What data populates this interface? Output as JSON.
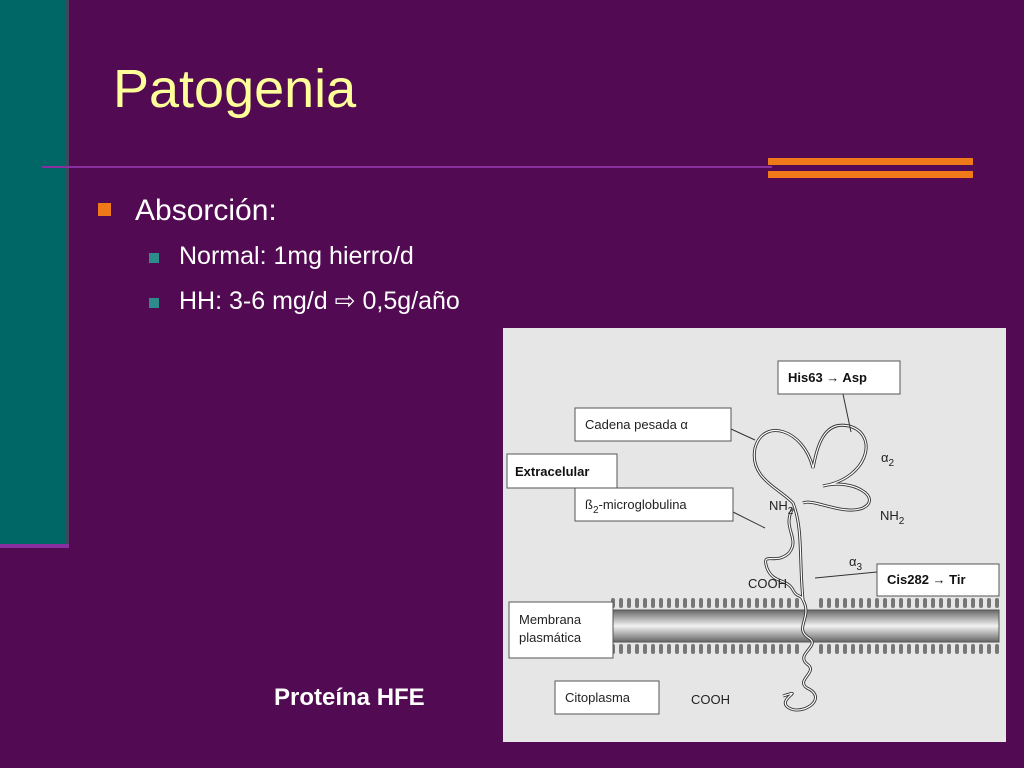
{
  "slide": {
    "title": "Patogenia",
    "bullet": "Absorción:",
    "sub_bullets": [
      {
        "text": "Normal: 1mg hierro/d"
      },
      {
        "text": "HH: 3-6 mg/d  ⇨ 0,5g/año"
      }
    ],
    "caption": "Proteína HFE"
  },
  "figure": {
    "labels": {
      "mutation_1": "His63 → Asp",
      "heavy_chain": "Cadena pesada α",
      "alpha2": "α",
      "alpha2_sub": "2",
      "extracellular": "Extracelular",
      "b2m": "ß",
      "b2m_sub": "2",
      "b2m_rest": "-microglobulina",
      "nh2_left": "NH",
      "nh2_left_sub": "2",
      "nh2_right": "NH",
      "nh2_right_sub": "2",
      "alpha3": "α",
      "alpha3_sub": "3",
      "cooh_top": "COOH",
      "mutation_2": "Cis282 → Tir",
      "membrane_1": "Membrana",
      "membrane_2": "plasmática",
      "cytoplasm": "Citoplasma",
      "cooh_bottom": "COOH"
    }
  },
  "colors": {
    "background": "#520a52",
    "accent": "#f07a1a",
    "title": "#ffff99",
    "side_bar": "#006666"
  }
}
